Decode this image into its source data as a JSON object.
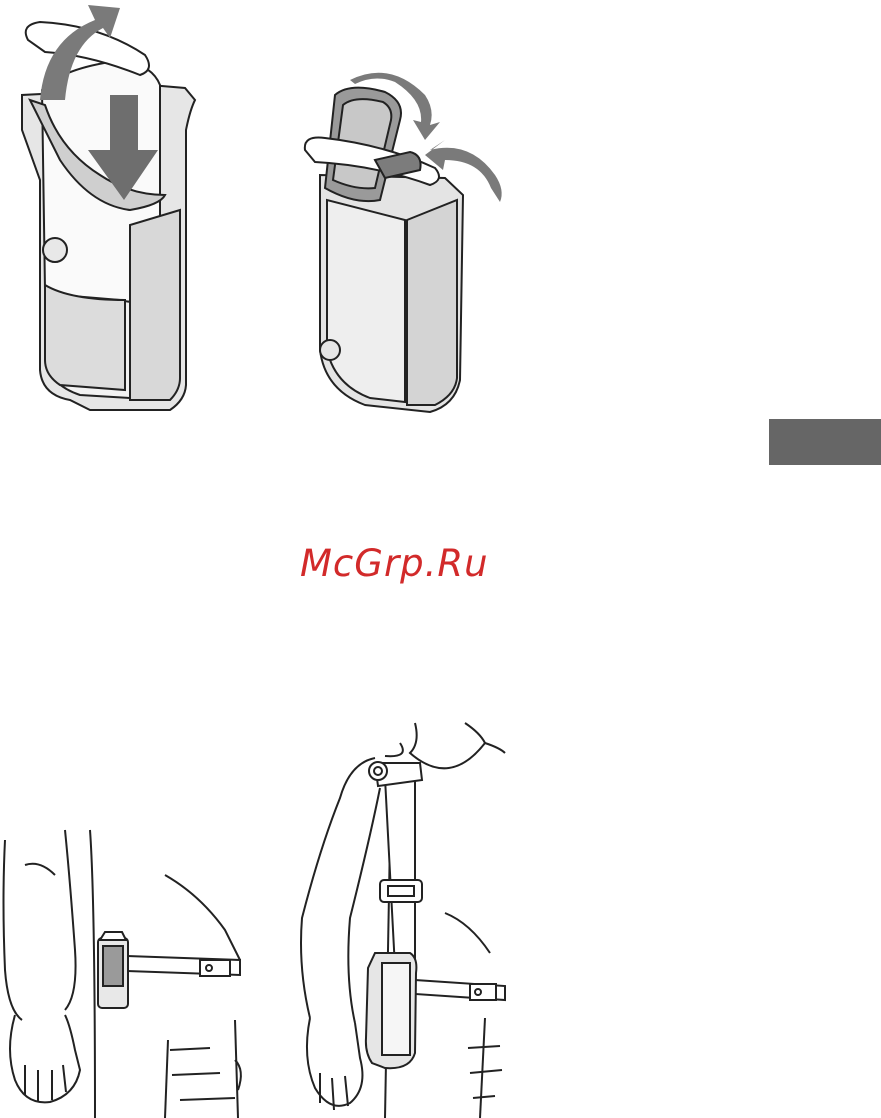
{
  "watermark": {
    "text": "McGrp.Ru",
    "color": "#d22a2a"
  },
  "section_tab": {
    "color": "#666666"
  },
  "illustrations": [
    {
      "name": "insert-unit-into-case",
      "icon": "case-insert-arrows"
    },
    {
      "name": "fold-flap-over-unit",
      "icon": "flap-fold-arrows"
    },
    {
      "name": "case-worn-on-belt",
      "icon": "belt-wearing"
    },
    {
      "name": "case-worn-on-shoulder-strap",
      "icon": "shoulder-strap-wearing"
    }
  ]
}
